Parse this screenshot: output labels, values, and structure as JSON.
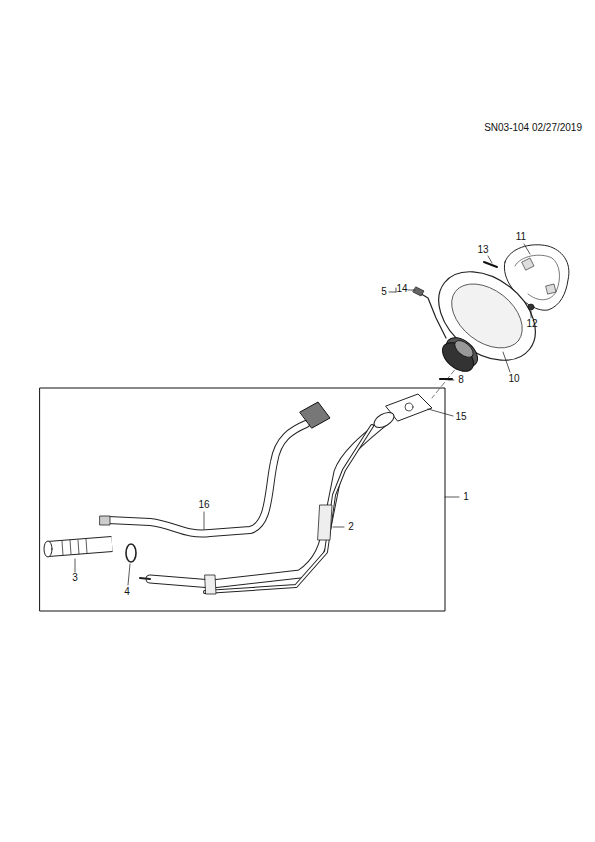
{
  "diagram": {
    "labels": [
      "SN03-104 02/27/2019",
      "13",
      "11",
      "5",
      "14",
      "12",
      "10",
      "8",
      "15",
      "1",
      "16",
      "2",
      "3",
      "4"
    ]
  }
}
